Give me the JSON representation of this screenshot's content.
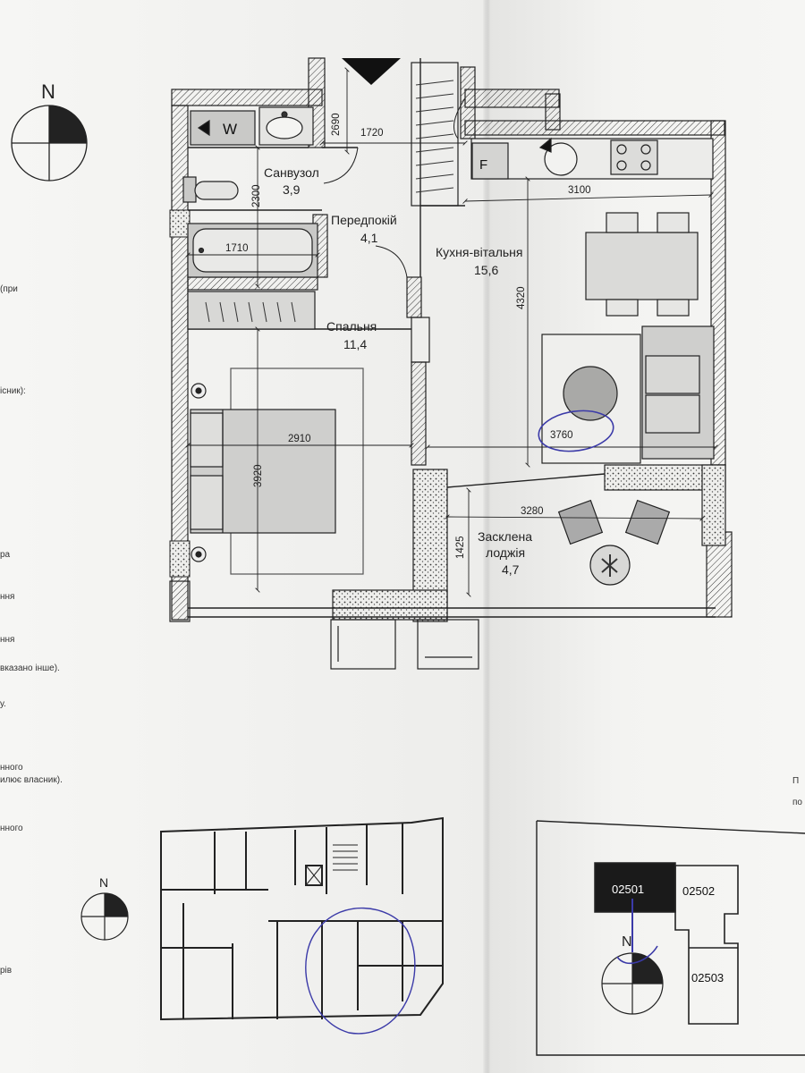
{
  "north_label": "N",
  "rooms": {
    "bathroom": {
      "name": "Санвузол",
      "area": "3,9"
    },
    "hallway": {
      "name": "Передпокій",
      "area": "4,1"
    },
    "kitchen": {
      "name": "Кухня-вітальня",
      "area": "15,6"
    },
    "bedroom": {
      "name": "Спальня",
      "area": "11,4"
    },
    "loggia": {
      "name_line1": "Засклена",
      "name_line2": "лоджія",
      "area": "4,7"
    }
  },
  "appliances": {
    "washer": "W",
    "fridge": "F"
  },
  "dimensions": {
    "d2690": "2690",
    "d1720": "1720",
    "d2300": "2300",
    "d1710": "1710",
    "d3100": "3100",
    "d4320": "4320",
    "d2910": "2910",
    "d3760": "3760",
    "d3920": "3920",
    "d3280": "3280",
    "d1425": "1425"
  },
  "side_notes": [
    "(при",
    "існик):",
    "ра",
    "ння",
    "ння",
    "вказано інше).",
    "у.",
    "нного",
    "илює власник).",
    "нного",
    "рів"
  ],
  "right_edge_notes": [
    "П",
    "по"
  ],
  "apartments": {
    "selected": "02501",
    "neighbor_1": "02502",
    "neighbor_2": "02503"
  }
}
